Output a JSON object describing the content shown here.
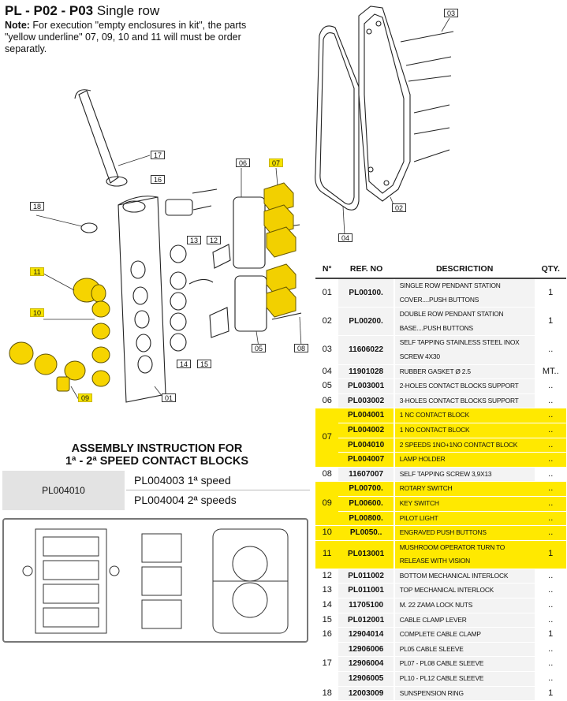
{
  "header": {
    "title_bold": "PL - P02 - P03",
    "title_rest": " Single row",
    "note_label": "Note:",
    "note_text": " For execution \"empty enclosures in kit\", the parts \"yellow underline\" 07, 09, 10 and 11 will must be order separatly."
  },
  "colors": {
    "highlight": "#ffe900",
    "callout_yellow": "#f6e400",
    "gray": "#e3e3e3"
  },
  "callouts": {
    "c01": "01",
    "c02": "02",
    "c03": "03",
    "c04": "04",
    "c05": "05",
    "c06": "06",
    "c07": "07",
    "c08": "08",
    "c09": "09",
    "c10": "10",
    "c11": "11",
    "c12": "12",
    "c13": "13",
    "c14": "14",
    "c15": "15",
    "c16": "16",
    "c17": "17",
    "c18": "18"
  },
  "assembly": {
    "title_line1": "ASSEMBLY INSTRUCTION FOR",
    "title_line2": "1ª - 2ª SPEED CONTACT BLOCKS",
    "code": "PL004010",
    "row1": "PL004003 1ª speed",
    "row2": "PL004004 2ª speeds"
  },
  "parts_table": {
    "headers": {
      "n": "N°",
      "ref": "REF. NO",
      "desc": "DESCRICTION",
      "qty": "QTY."
    },
    "rows": [
      {
        "n": "01",
        "ref": "PL00100.",
        "desc": "SINGLE ROW PENDANT STATION COVER....PUSH BUTTONS",
        "qty": "1",
        "hl": false
      },
      {
        "n": "02",
        "ref": "PL00200.",
        "desc": "DOUBLE ROW PENDANT STATION BASE....PUSH BUTTONS",
        "qty": "1",
        "hl": false
      },
      {
        "n": "03",
        "ref": "11606022",
        "desc": "SELF TAPPING STAINLESS STEEL INOX SCREW 4X30",
        "qty": "..",
        "hl": false
      },
      {
        "n": "04",
        "ref": "11901028",
        "desc": "RUBBER GASKET Ø 2.5",
        "qty": "MT..",
        "hl": false
      },
      {
        "n": "05",
        "ref": "PL003001",
        "desc": "2-HOLES CONTACT BLOCKS SUPPORT",
        "qty": "..",
        "hl": false
      },
      {
        "n": "06",
        "ref": "PL003002",
        "desc": "3-HOLES CONTACT BLOCKS SUPPORT",
        "qty": "..",
        "hl": false
      },
      {
        "n": "07",
        "ref": "PL004001",
        "desc": "1 NC CONTACT BLOCK",
        "qty": "..",
        "hl": true
      },
      {
        "n": "",
        "ref": "PL004002",
        "desc": "1 NO CONTACT BLOCK",
        "qty": "..",
        "hl": true
      },
      {
        "n": "",
        "ref": "PL004010",
        "desc": "2 SPEEDS 1NO+1NO CONTACT BLOCK",
        "qty": "..",
        "hl": true
      },
      {
        "n": "",
        "ref": "PL004007",
        "desc": "LAMP HOLDER",
        "qty": "..",
        "hl": true
      },
      {
        "n": "08",
        "ref": "11607007",
        "desc": "SELF TAPPING SCREW 3,9X13",
        "qty": "..",
        "hl": false
      },
      {
        "n": "09",
        "ref": "PL00700.",
        "desc": "ROTARY SWITCH",
        "qty": "..",
        "hl": true
      },
      {
        "n": "",
        "ref": "PL00600.",
        "desc": "KEY SWITCH",
        "qty": "..",
        "hl": true
      },
      {
        "n": "",
        "ref": "PL00800.",
        "desc": "PILOT LIGHT",
        "qty": "..",
        "hl": true
      },
      {
        "n": "10",
        "ref": "PL0050..",
        "desc": "ENGRAVED PUSH BUTTONS",
        "qty": "..",
        "hl": true
      },
      {
        "n": "11",
        "ref": "PL013001",
        "desc": "MUSHROOM OPERATOR TURN TO RELEASE WITH VISION",
        "qty": "1",
        "hl": true
      },
      {
        "n": "12",
        "ref": "PL011002",
        "desc": "BOTTOM MECHANICAL INTERLOCK",
        "qty": "..",
        "hl": false
      },
      {
        "n": "13",
        "ref": "PL011001",
        "desc": "TOP MECHANICAL INTERLOCK",
        "qty": "..",
        "hl": false
      },
      {
        "n": "14",
        "ref": "11705100",
        "desc": "M. 22 ZAMA LOCK NUTS",
        "qty": "..",
        "hl": false
      },
      {
        "n": "15",
        "ref": "PL012001",
        "desc": "CABLE CLAMP LEVER",
        "qty": "..",
        "hl": false
      },
      {
        "n": "16",
        "ref": "12904014",
        "desc": "COMPLETE CABLE CLAMP",
        "qty": "1",
        "hl": false
      },
      {
        "n": "17",
        "ref": "12906006",
        "desc": "PL05 CABLE SLEEVE",
        "qty": "..",
        "hl": false
      },
      {
        "n": "",
        "ref": "12906004",
        "desc": "PL07 - PL08 CABLE SLEEVE",
        "qty": "..",
        "hl": false
      },
      {
        "n": "",
        "ref": "12906005",
        "desc": "PL10 - PL12 CABLE SLEEVE",
        "qty": "..",
        "hl": false
      },
      {
        "n": "18",
        "ref": "12003009",
        "desc": "SUNSPENSION RING",
        "qty": "1",
        "hl": false
      }
    ]
  }
}
